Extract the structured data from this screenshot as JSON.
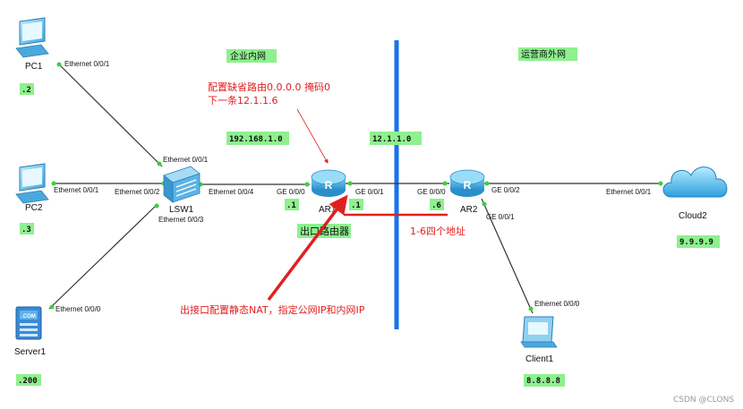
{
  "zones": {
    "enterprise": "企业内网",
    "isp": "运营商外网"
  },
  "devices": {
    "pc1": "PC1",
    "pc2": "PC2",
    "server1": "Server1",
    "lsw1": "LSW1",
    "ar1": "AR1",
    "ar2": "AR2",
    "cloud2": "Cloud2",
    "client1": "Client1"
  },
  "ports": {
    "pc1_eth": "Ethernet 0/0/1",
    "pc2_eth": "Ethernet 0/0/1",
    "server1_eth": "Ethernet 0/0/0",
    "lsw1_p1": "Ethernet 0/0/1",
    "lsw1_p2": "Ethernet 0/0/2",
    "lsw1_p3": "Ethernet 0/0/3",
    "lsw1_p4": "Ethernet 0/0/4",
    "ar1_ge000": "GE 0/0/0",
    "ar1_ge001": "GE 0/0/1",
    "ar2_ge000": "GE 0/0/0",
    "ar2_ge002": "GE 0/0/2",
    "ar2_ge001": "GE 0/0/1",
    "cloud2_eth": "Ethernet 0/0/1",
    "client1_eth": "Ethernet 0/0/0"
  },
  "addresses": {
    "pc1": ".2",
    "pc2": ".3",
    "server1": ".200",
    "lan_net": "192.168.1.0",
    "ar1_in": ".1",
    "wan_net": "12.1.1.0",
    "ar1_out": ".1",
    "ar2_in": ".6",
    "cloud2": "9.9.9.9",
    "client1": "8.8.8.8"
  },
  "annotations": {
    "default_route_line1": "配置缺省路由0.0.0.0 掩码0",
    "default_route_line2": "下一条12.1.1.6",
    "exit_router": "出口路由器",
    "range": "1-6四个地址",
    "static_nat": "出接口配置静态NAT，指定公网IP和内网IP"
  },
  "watermark": "CSDN @CLONS",
  "colors": {
    "boundary": "#1a73e8",
    "annotation": "#e02020",
    "ip_label_bg": "#8ef08e",
    "link": "#333333",
    "port_dot": "#3ccf3c"
  }
}
